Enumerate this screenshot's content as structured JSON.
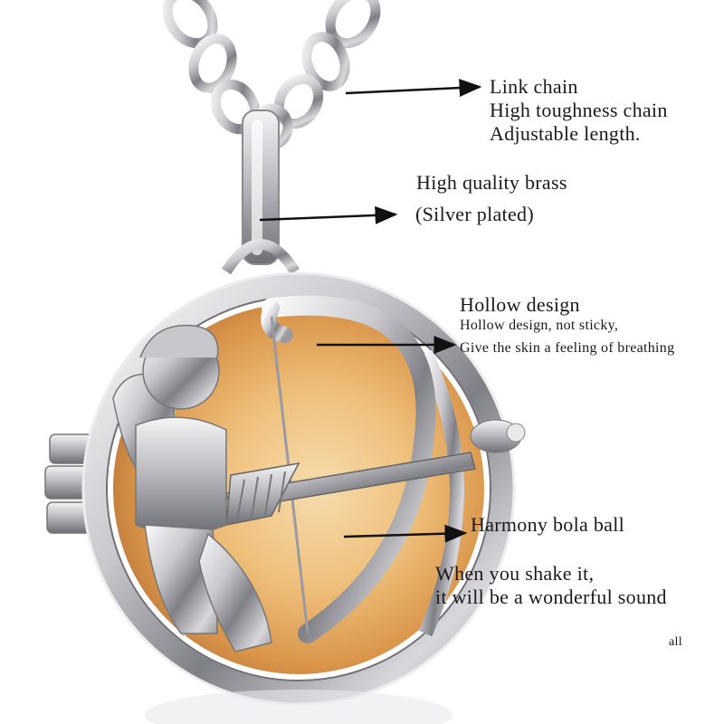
{
  "annotations": {
    "chain": {
      "title": "Link chain",
      "line1": "High toughness chain",
      "line2": "Adjustable length."
    },
    "brass": {
      "title": "High quality brass",
      "line1": "(Silver plated)"
    },
    "hollow": {
      "title": "Hollow design",
      "line1": "Hollow design, not sticky,",
      "line2": "Give the skin a feeling of breathing"
    },
    "bola": {
      "title": "Harmony bola ball",
      "line1": "When you shake it,",
      "line2": "it will be a wonderful sound"
    },
    "fragment": "all"
  },
  "colors": {
    "silver": "#d9d9dd",
    "silver_dark": "#8e8e94",
    "amber": "#e8a85c",
    "amber_light": "#f3d39c",
    "arrow": "#111111"
  }
}
